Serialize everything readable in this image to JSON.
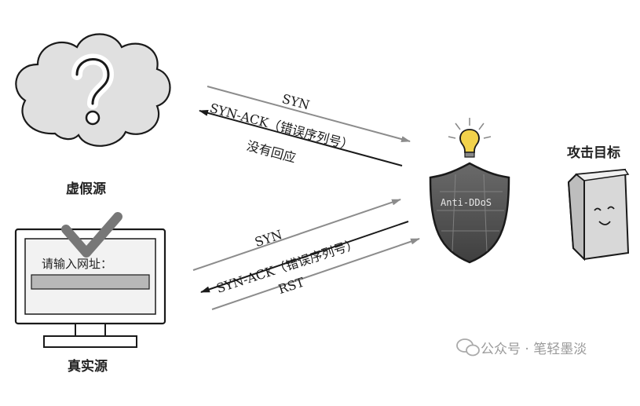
{
  "nodes": {
    "fake_source": "虚假源",
    "real_source": "真实源",
    "attack_target": "攻击目标",
    "shield": "Anti-DDoS",
    "unknown_mark": "?"
  },
  "screen": {
    "prompt": "请输入网址："
  },
  "top_flow": {
    "syn": "SYN",
    "synack": "SYN-ACK（错误序列号）",
    "no_reply": "没有回应"
  },
  "bottom_flow": {
    "syn": "SYN",
    "synack": "SYN-ACK（错误序列号）",
    "rst": "RST"
  },
  "watermark": {
    "text": "公众号 · 笔轻墨淡"
  },
  "colors": {
    "line": "#1a1a1a",
    "arrow_gray": "#8c8c8c",
    "cloud_fill": "#e0e0e0",
    "shield_fill": "#5a5a5a",
    "screen_input": "#b8b8b8",
    "server_fill": "#d8d8d8",
    "bulb": "#f2d24b"
  }
}
